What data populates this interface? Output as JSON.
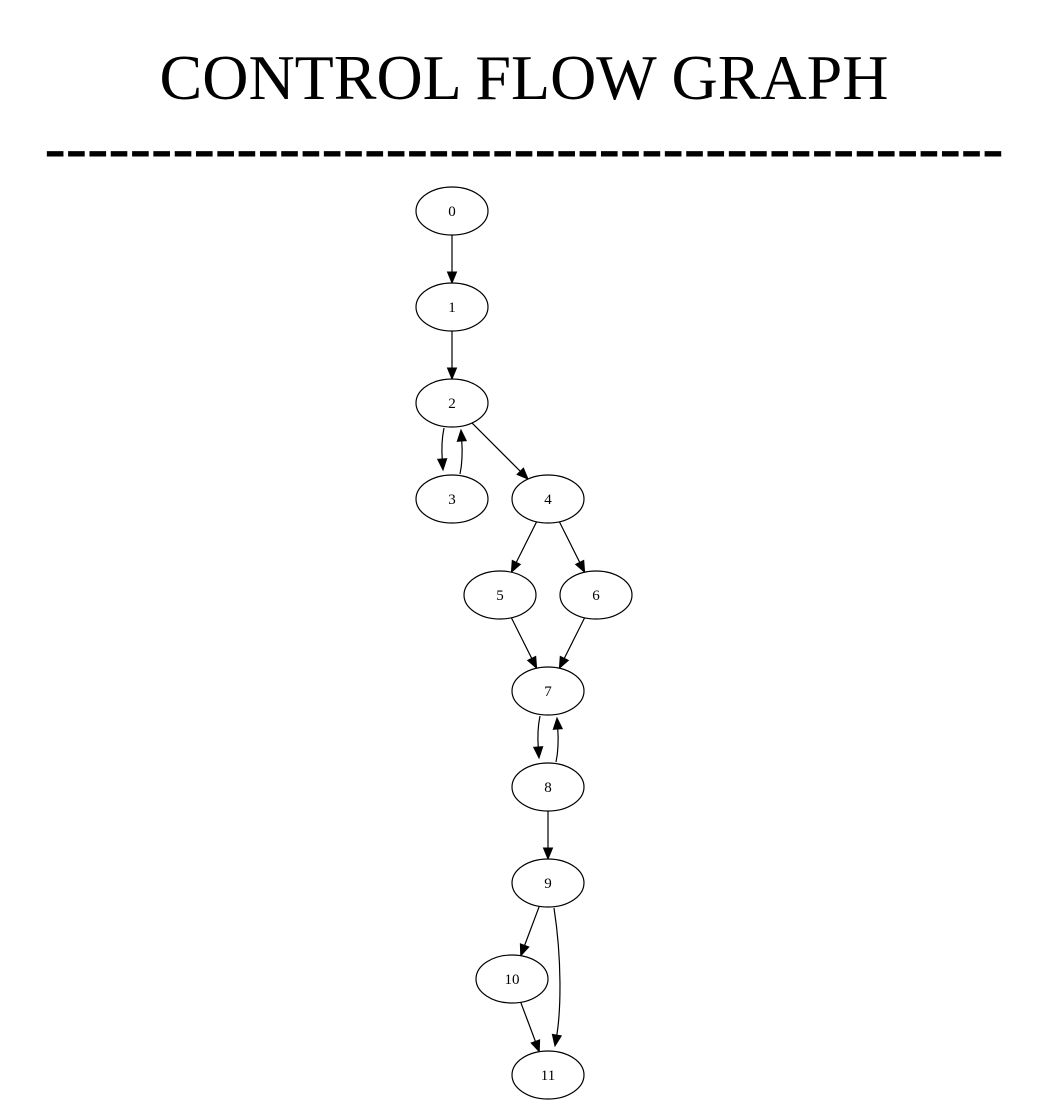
{
  "header": {
    "title": "CONTROL FLOW GRAPH",
    "rule": "---------------------------------------------"
  },
  "graph": {
    "nodes": [
      {
        "id": "0",
        "label": "0"
      },
      {
        "id": "1",
        "label": "1"
      },
      {
        "id": "2",
        "label": "2"
      },
      {
        "id": "3",
        "label": "3"
      },
      {
        "id": "4",
        "label": "4"
      },
      {
        "id": "5",
        "label": "5"
      },
      {
        "id": "6",
        "label": "6"
      },
      {
        "id": "7",
        "label": "7"
      },
      {
        "id": "8",
        "label": "8"
      },
      {
        "id": "9",
        "label": "9"
      },
      {
        "id": "10",
        "label": "10"
      },
      {
        "id": "11",
        "label": "11"
      }
    ],
    "edges": [
      {
        "from": "0",
        "to": "1"
      },
      {
        "from": "1",
        "to": "2"
      },
      {
        "from": "2",
        "to": "3"
      },
      {
        "from": "3",
        "to": "2"
      },
      {
        "from": "2",
        "to": "4"
      },
      {
        "from": "4",
        "to": "5"
      },
      {
        "from": "4",
        "to": "6"
      },
      {
        "from": "5",
        "to": "7"
      },
      {
        "from": "6",
        "to": "7"
      },
      {
        "from": "7",
        "to": "8"
      },
      {
        "from": "8",
        "to": "7"
      },
      {
        "from": "8",
        "to": "9"
      },
      {
        "from": "9",
        "to": "10"
      },
      {
        "from": "9",
        "to": "11"
      },
      {
        "from": "10",
        "to": "11"
      }
    ]
  }
}
